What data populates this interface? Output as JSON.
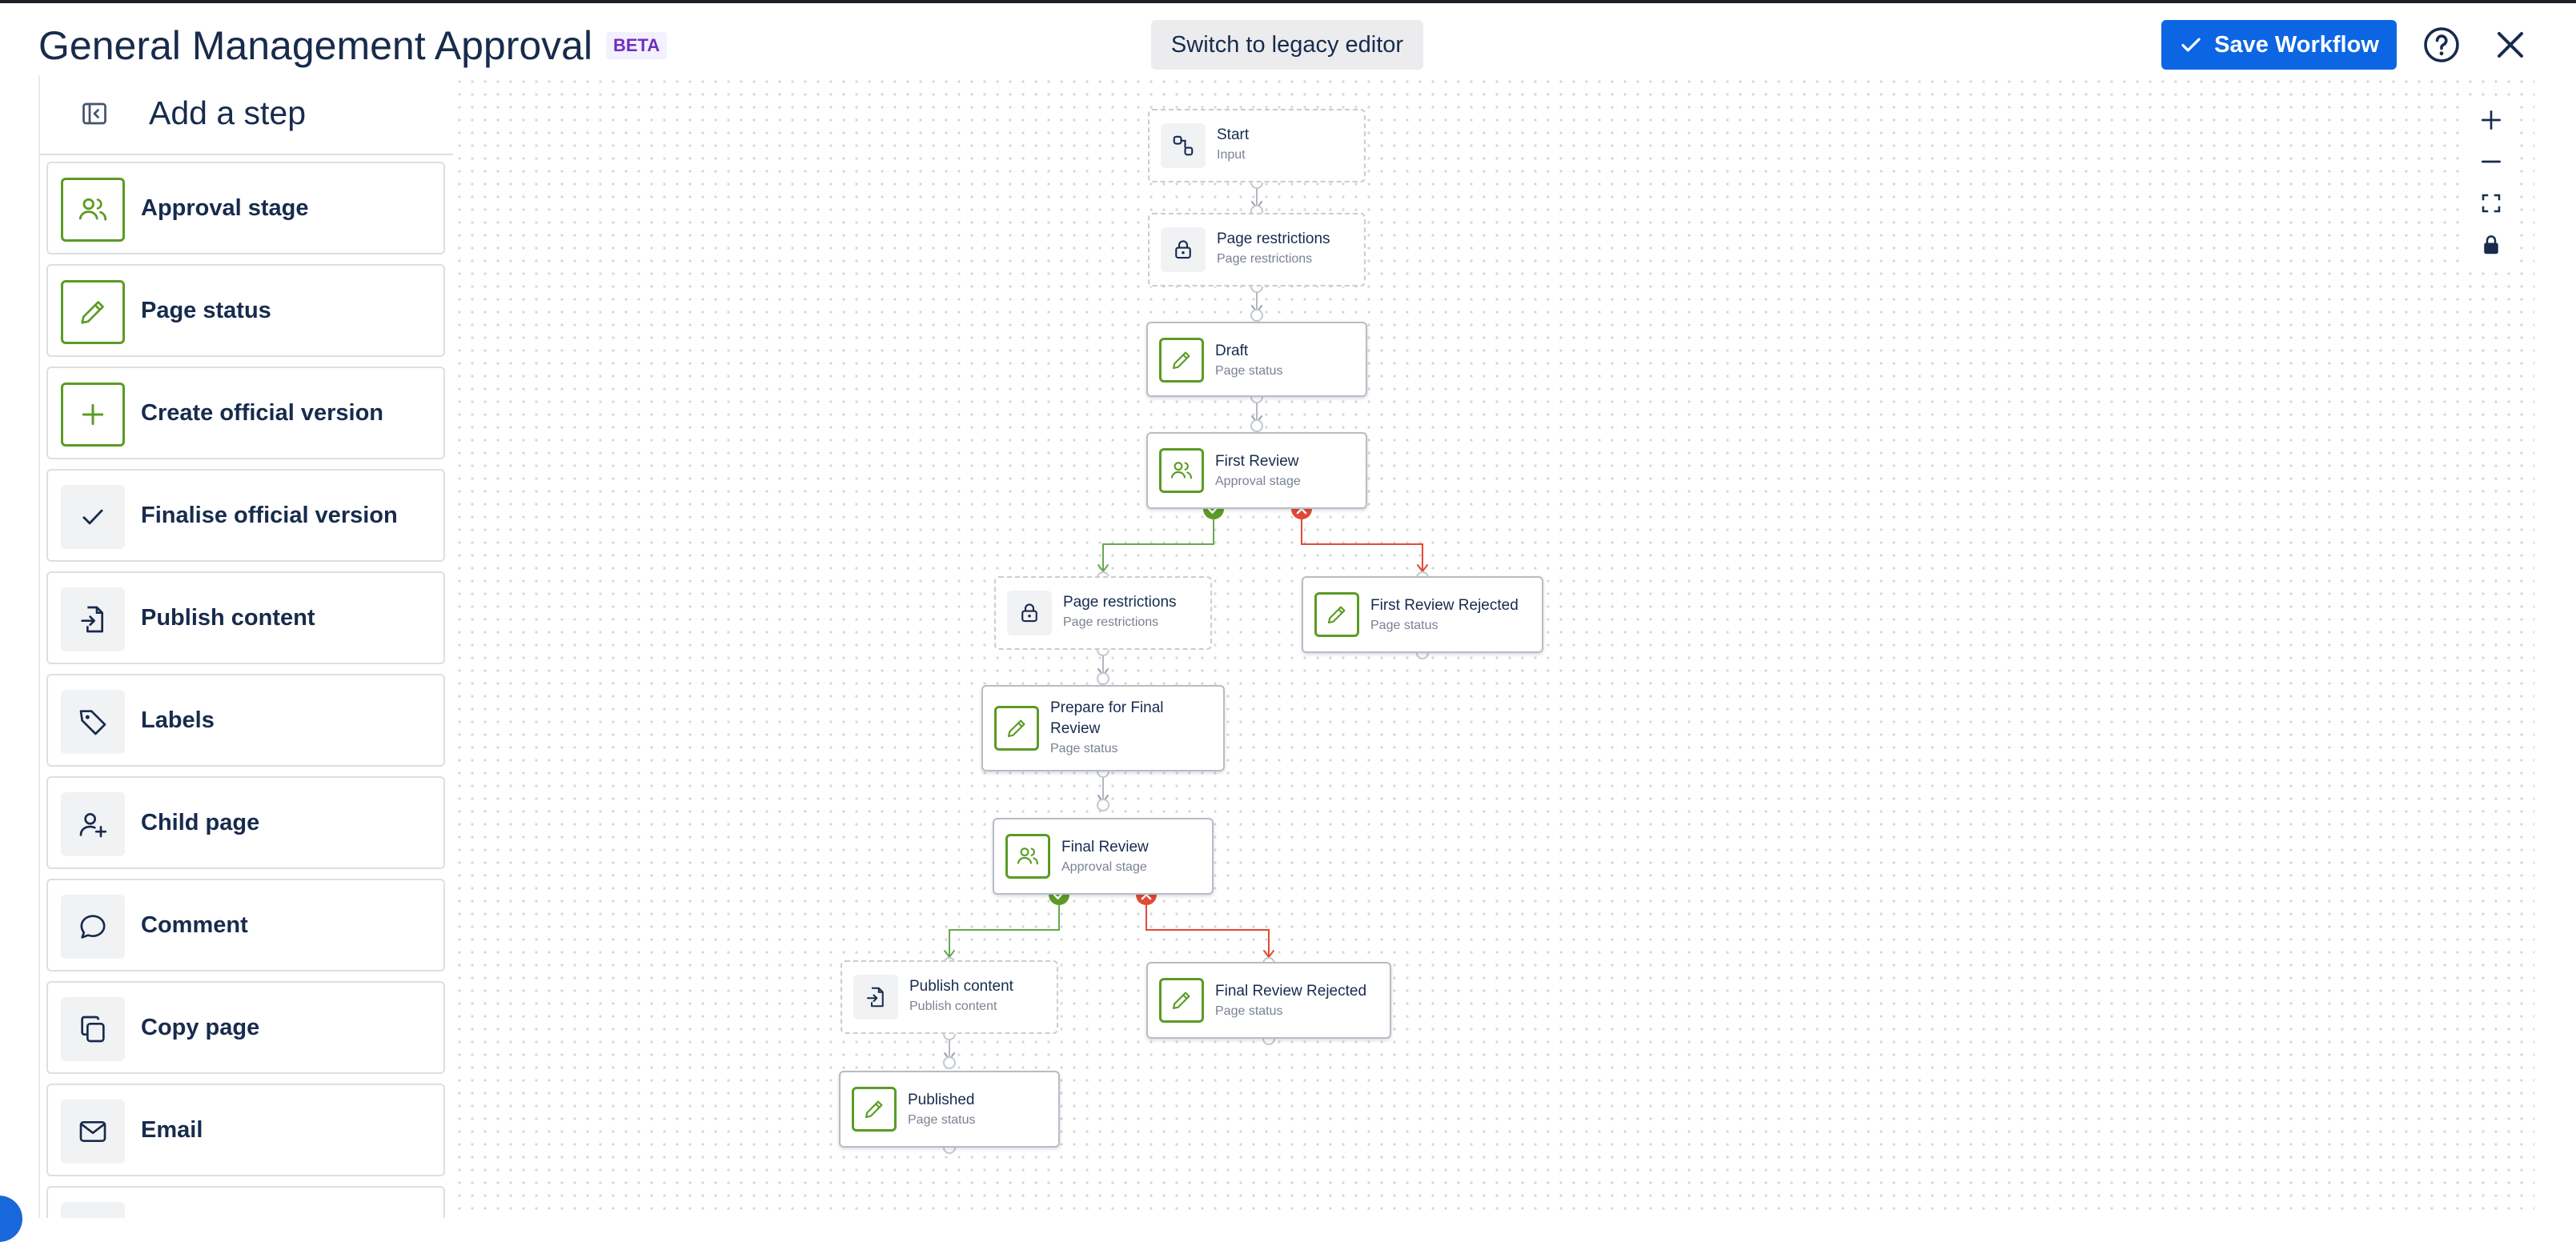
{
  "header": {
    "title": "General Management Approval",
    "beta_badge": "BETA",
    "legacy_button": "Switch to legacy editor",
    "save_button": "Save Workflow"
  },
  "sidebar": {
    "title": "Add a step",
    "items": [
      {
        "label": "Approval stage",
        "icon": "users-icon",
        "style": "green"
      },
      {
        "label": "Page status",
        "icon": "pencil-icon",
        "style": "green"
      },
      {
        "label": "Create official version",
        "icon": "plus-icon",
        "style": "green"
      },
      {
        "label": "Finalise official version",
        "icon": "check-icon",
        "style": "grey"
      },
      {
        "label": "Publish content",
        "icon": "publish-icon",
        "style": "grey"
      },
      {
        "label": "Labels",
        "icon": "tag-icon",
        "style": "grey"
      },
      {
        "label": "Child page",
        "icon": "person-add-icon",
        "style": "grey"
      },
      {
        "label": "Comment",
        "icon": "comment-icon",
        "style": "grey"
      },
      {
        "label": "Copy page",
        "icon": "copy-icon",
        "style": "grey"
      },
      {
        "label": "Email",
        "icon": "email-icon",
        "style": "grey"
      }
    ]
  },
  "workflow": {
    "nodes": [
      {
        "title": "Start",
        "subtitle": "Input",
        "icon": "input-icon"
      },
      {
        "title": "Page restrictions",
        "subtitle": "Page restrictions",
        "icon": "lock-icon"
      },
      {
        "title": "Draft",
        "subtitle": "Page status",
        "icon": "pencil-icon"
      },
      {
        "title": "First Review",
        "subtitle": "Approval stage",
        "icon": "users-icon"
      },
      {
        "title": "Page restrictions",
        "subtitle": "Page restrictions",
        "icon": "lock-icon"
      },
      {
        "title": "First Review Rejected",
        "subtitle": "Page status",
        "icon": "pencil-icon"
      },
      {
        "title": "Prepare for Final Review",
        "subtitle": "Page status",
        "icon": "pencil-icon"
      },
      {
        "title": "Final Review",
        "subtitle": "Approval stage",
        "icon": "users-icon"
      },
      {
        "title": "Publish content",
        "subtitle": "Publish content",
        "icon": "publish-icon"
      },
      {
        "title": "Final Review Rejected",
        "subtitle": "Page status",
        "icon": "pencil-icon"
      },
      {
        "title": "Published",
        "subtitle": "Page status",
        "icon": "pencil-icon"
      }
    ]
  },
  "colors": {
    "accent": "#0c66e4",
    "green": "#5b9b25",
    "red": "#e34935",
    "beta": "#6e2fbf"
  }
}
